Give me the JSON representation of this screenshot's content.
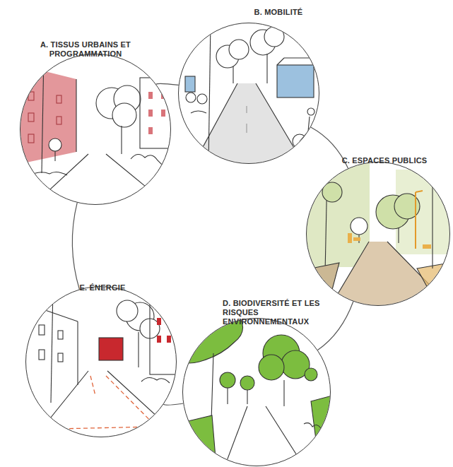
{
  "diagram": {
    "nodes": [
      {
        "text": [
          "A. TISSUS URBAINS ET PROGRAMMATION"
        ]
      },
      {
        "text": [
          "B. MOBILITÉ"
        ]
      },
      {
        "text": [
          "C. ESPACES PUBLICS"
        ]
      },
      {
        "text": [
          "D. BIODIVERSITÉ ET LES RISQUES ENVIRONNEMENTAUX"
        ]
      },
      {
        "text": [
          "E. ÉNERGIE"
        ]
      }
    ],
    "edges": [
      {
        "from": 0,
        "to": 1,
        "arrow": "none"
      },
      {
        "from": 1,
        "to": 2,
        "arrow": "none"
      },
      {
        "from": 2,
        "to": 3,
        "arrow": "none"
      },
      {
        "from": 3,
        "to": 4,
        "arrow": "none"
      },
      {
        "from": 4,
        "to": 0,
        "arrow": "none"
      }
    ]
  }
}
